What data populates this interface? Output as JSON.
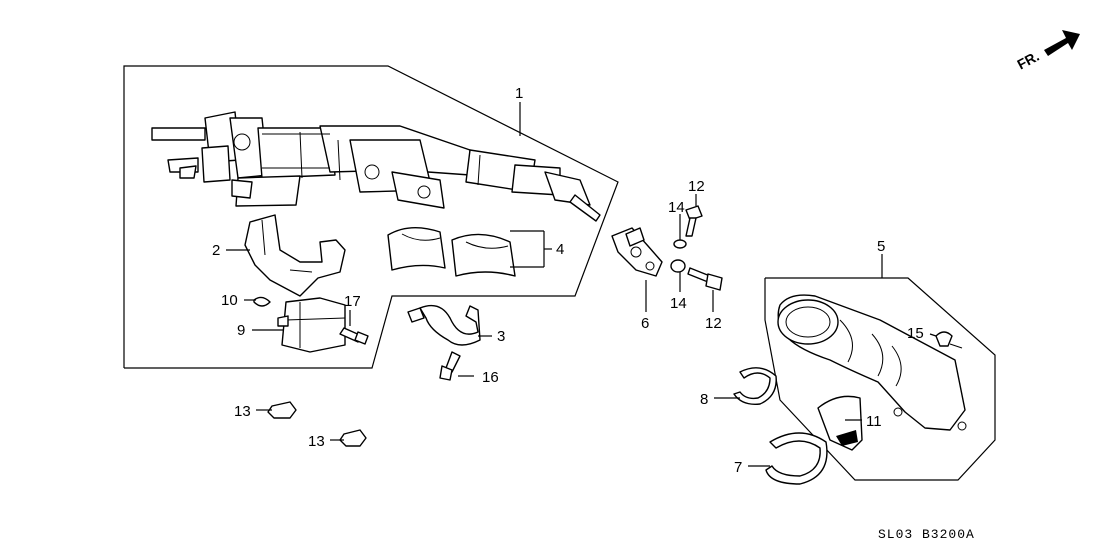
{
  "diagram": {
    "parts": [
      {
        "num": "1"
      },
      {
        "num": "2"
      },
      {
        "num": "3"
      },
      {
        "num": "4"
      },
      {
        "num": "5"
      },
      {
        "num": "6"
      },
      {
        "num": "7"
      },
      {
        "num": "8"
      },
      {
        "num": "9"
      },
      {
        "num": "10"
      },
      {
        "num": "11"
      },
      {
        "num": "12"
      },
      {
        "num": "12"
      },
      {
        "num": "13"
      },
      {
        "num": "13"
      },
      {
        "num": "14"
      },
      {
        "num": "14"
      },
      {
        "num": "15"
      },
      {
        "num": "16"
      },
      {
        "num": "17"
      }
    ],
    "orientation_label": "FR.",
    "diagram_code": "SL03  B3200A"
  }
}
